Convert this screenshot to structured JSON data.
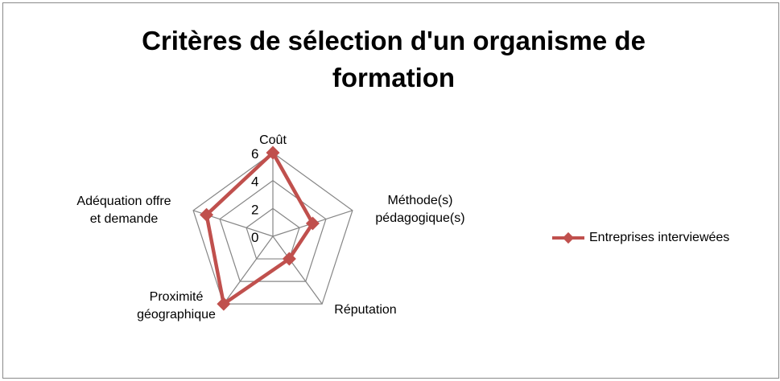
{
  "chart_data": {
    "type": "radar",
    "title": "Critères de sélection d'un organisme de formation",
    "title_lines": [
      "Critères de sélection d'un organisme de",
      "formation"
    ],
    "categories": [
      "Coût",
      "Méthode(s) pédagogique(s)",
      "Réputation",
      "Proximité géographique",
      "Adéquation offre et demande"
    ],
    "category_lines": [
      [
        "Coût"
      ],
      [
        "Méthode(s)",
        "pédagogique(s)"
      ],
      [
        "Réputation"
      ],
      [
        "Proximité",
        "géographique"
      ],
      [
        "Adéquation offre",
        "et demande"
      ]
    ],
    "ticks": [
      "0",
      "2",
      "4",
      "6"
    ],
    "rmax": 6,
    "series": [
      {
        "name": "Entreprises interviewées",
        "values": [
          6,
          3,
          2,
          6,
          5
        ],
        "color": "#c0504d"
      }
    ],
    "legend_position": "right",
    "grid_color": "#868686"
  }
}
